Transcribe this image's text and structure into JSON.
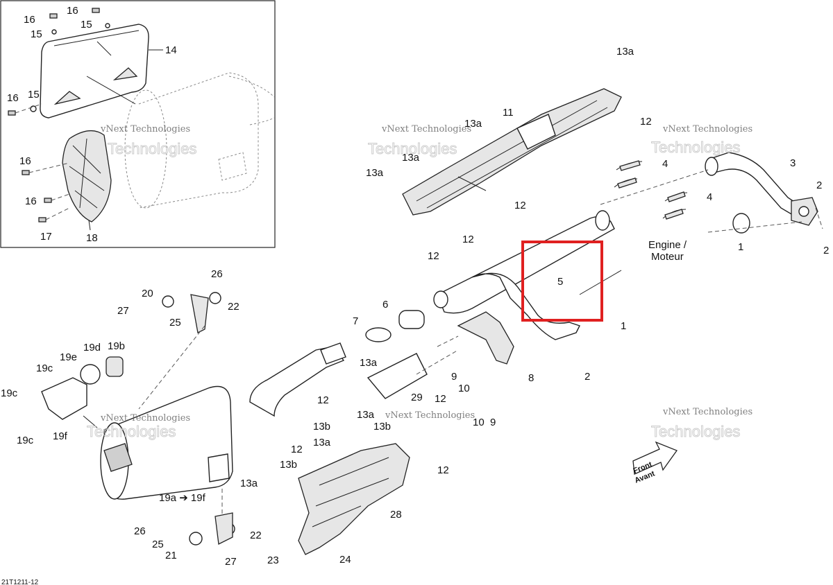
{
  "diagram": {
    "reference_code": "21T1211-12",
    "engine_label_line1": "Engine /",
    "engine_label_line2": "Moteur",
    "front_label_line1": "Front",
    "front_label_line2": "Avant",
    "watermark_line1": "vNext Technologies",
    "watermark_line2": "vNext",
    "watermark_line3": "Technologies",
    "highlight_color": "#e02020",
    "callouts": [
      "16",
      "15",
      "14",
      "16",
      "15",
      "16",
      "16",
      "17",
      "18",
      "13a",
      "11",
      "12",
      "13a",
      "13a",
      "13a",
      "12",
      "12",
      "12",
      "4",
      "4",
      "3",
      "2",
      "2",
      "1",
      "5",
      "1",
      "26",
      "20",
      "22",
      "27",
      "25",
      "6",
      "7",
      "13a",
      "9",
      "10",
      "8",
      "2",
      "19d",
      "19b",
      "19e",
      "19c",
      "19c",
      "19c",
      "19f",
      "29",
      "12",
      "10",
      "9",
      "12",
      "13a",
      "13b",
      "13b",
      "13a",
      "12",
      "13b",
      "13a",
      "12",
      "19a ➔ 19f",
      "28",
      "26",
      "25",
      "21",
      "22",
      "27",
      "23",
      "24"
    ]
  }
}
